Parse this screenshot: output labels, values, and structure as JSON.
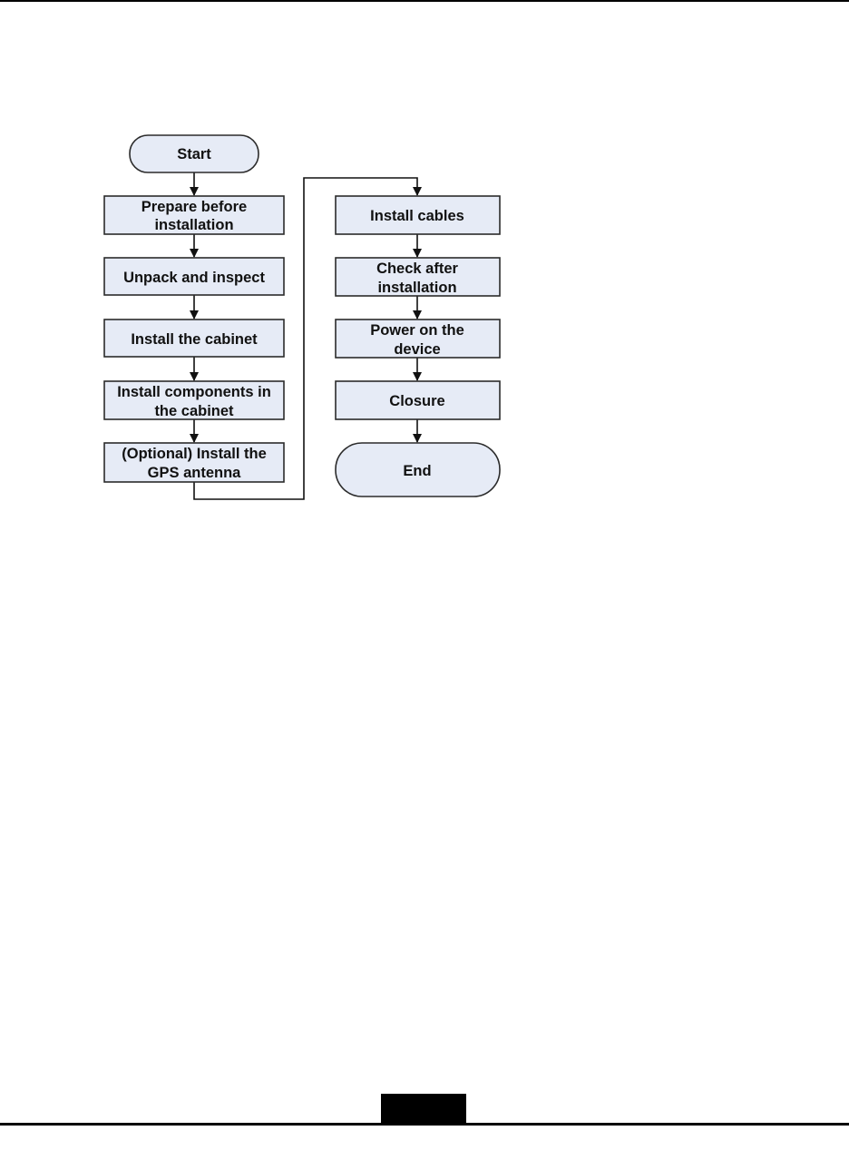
{
  "flowchart": {
    "start": "Start",
    "end": "End",
    "steps": [
      {
        "lines": [
          "Prepare before",
          "installation"
        ]
      },
      {
        "lines": [
          "Unpack and inspect"
        ]
      },
      {
        "lines": [
          "Install the cabinet"
        ]
      },
      {
        "lines": [
          "Install components in",
          "the cabinet"
        ]
      },
      {
        "lines": [
          "(Optional) Install the",
          "GPS antenna"
        ]
      },
      {
        "lines": [
          "Install cables"
        ]
      },
      {
        "lines": [
          "Check after",
          "installation"
        ]
      },
      {
        "lines": [
          "Power on the",
          "device"
        ]
      },
      {
        "lines": [
          "Closure"
        ]
      }
    ]
  },
  "colors": {
    "box_fill": "#e6ebf6",
    "stroke": "#2b2b2b",
    "page_rule": "#000000"
  }
}
